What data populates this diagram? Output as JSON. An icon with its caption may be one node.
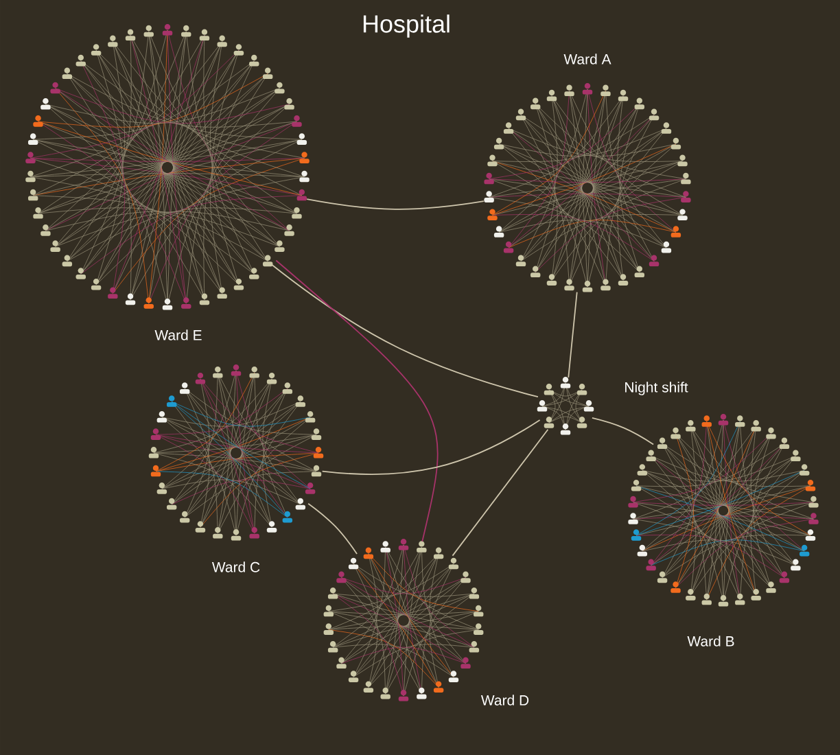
{
  "diagram": {
    "title": "Hospital",
    "nodes": [
      {
        "text": [
          "Ward E"
        ]
      },
      {
        "text": [
          "Ward A"
        ]
      },
      {
        "text": [
          "Night shift"
        ]
      },
      {
        "text": [
          "Ward C"
        ]
      },
      {
        "text": [
          "Ward B"
        ]
      },
      {
        "text": [
          "Ward D"
        ]
      }
    ],
    "edges": [
      {
        "from": 0,
        "to": 1,
        "arrow": "none"
      },
      {
        "from": 0,
        "to": 2,
        "arrow": "none"
      },
      {
        "from": 0,
        "to": 5,
        "arrow": "none",
        "color": "#a8336a"
      },
      {
        "from": 1,
        "to": 2,
        "arrow": "none"
      },
      {
        "from": 2,
        "to": 4,
        "arrow": "none"
      },
      {
        "from": 2,
        "to": 3,
        "arrow": "none"
      },
      {
        "from": 2,
        "to": 5,
        "arrow": "none"
      },
      {
        "from": 3,
        "to": 5,
        "arrow": "none"
      }
    ]
  }
}
